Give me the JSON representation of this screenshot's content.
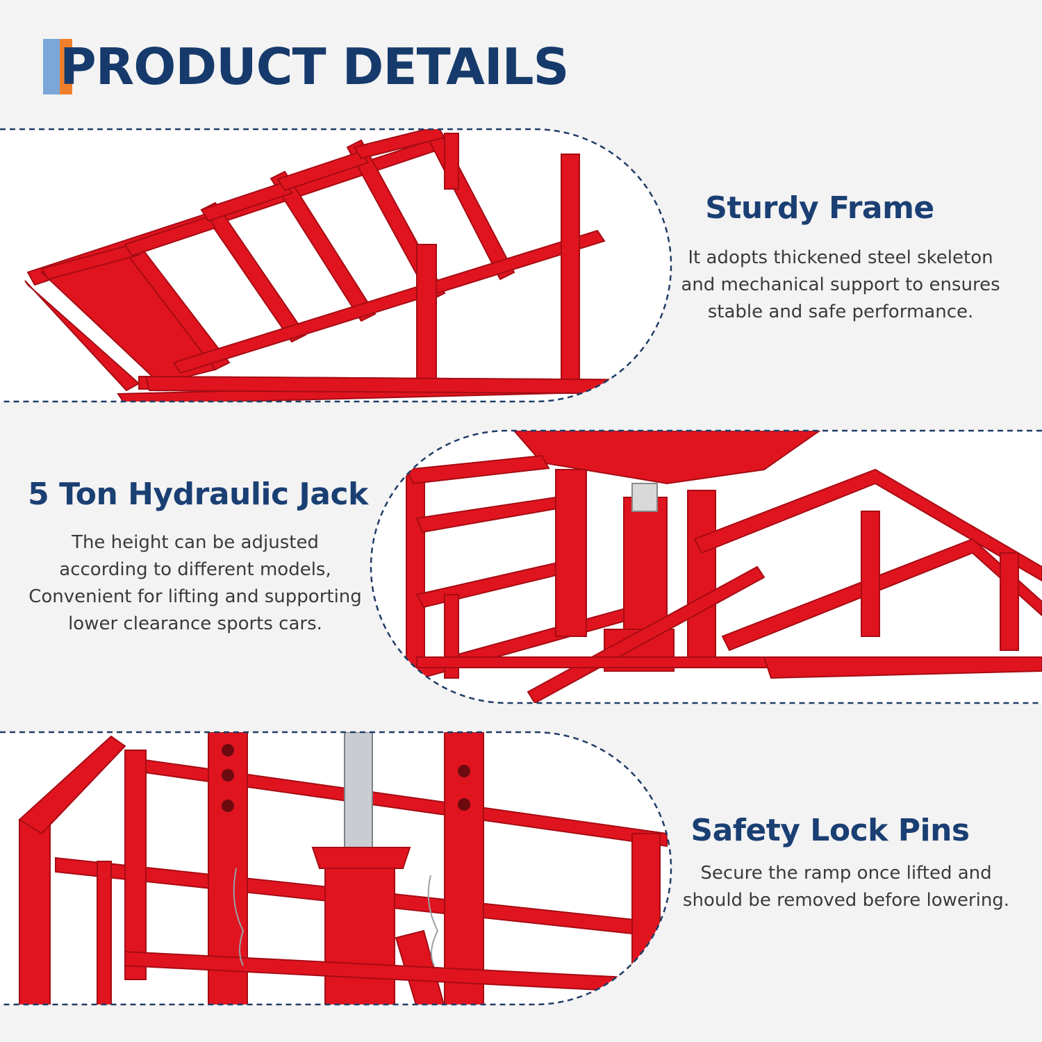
{
  "header": {
    "title": "PRODUCT DETAILS"
  },
  "features": [
    {
      "title": "Sturdy Frame",
      "description": "It adopts thickened steel skeleton and mechanical support to ensures stable and safe performance."
    },
    {
      "title": "5 Ton Hydraulic Jack",
      "description": "The height can be adjusted according to different models, Convenient for lifting and supporting lower clearance sports cars."
    },
    {
      "title": "Safety Lock Pins",
      "description": "Secure the ramp once lifted and should be removed before lowering."
    }
  ],
  "colors": {
    "title_navy": "#163a6b",
    "accent_orange": "#f07f2b",
    "accent_light_blue": "#7aa7d8",
    "product_red": "#e0141f",
    "dashed_border": "#1f3c66"
  }
}
